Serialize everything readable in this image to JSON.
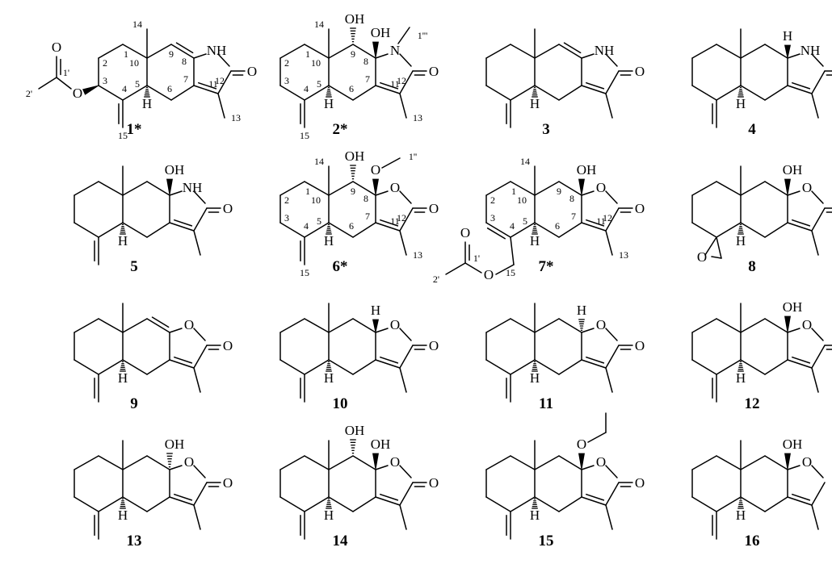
{
  "figure": {
    "compounds": [
      {
        "label": "1*",
        "type": "lactam",
        "c9": "",
        "c8": "",
        "c8sub": "",
        "n": "NH",
        "c9sub": "",
        "c3": "oac",
        "c15": "methylene",
        "numbers": true,
        "c15oac": false
      },
      {
        "label": "2*",
        "type": "lactam",
        "c9": "ohs",
        "c8": "ohb",
        "c8sub": "",
        "n": "NMe",
        "c9sub": "",
        "c3": "",
        "c15": "methylene",
        "numbers": true,
        "c15oac": false
      },
      {
        "label": "3",
        "type": "lactam",
        "c9": "",
        "c8": "",
        "c8sub": "",
        "n": "NH",
        "c9sub": "",
        "c3": "",
        "c15": "methylene",
        "numbers": false,
        "c15oac": false
      },
      {
        "label": "4",
        "type": "lactam",
        "c9": "",
        "c8": "",
        "c8sub": "",
        "n": "NH",
        "c9sub": "",
        "c3": "",
        "c15": "methylene",
        "numbers": false,
        "c15oac": false,
        "h8": true
      },
      {
        "label": "5",
        "type": "lactam",
        "c9": "",
        "c8": "oh",
        "c8sub": "",
        "n": "NH",
        "c9sub": "",
        "c3": "",
        "c15": "methylene",
        "numbers": false,
        "c15oac": false
      },
      {
        "label": "6*",
        "type": "lactone",
        "c9": "ohs",
        "c8": "ome",
        "c8sub": "",
        "n": "",
        "c9sub": "",
        "c3": "",
        "c15": "methylene",
        "numbers": true,
        "c15oac": false
      },
      {
        "label": "7*",
        "type": "lactone",
        "c9": "",
        "c8": "oh",
        "c8sub": "",
        "n": "",
        "c9sub": "",
        "c3": "ene",
        "c15": "ch2oac",
        "numbers": true,
        "c15oac": true
      },
      {
        "label": "8",
        "type": "lactone",
        "c9": "",
        "c8": "oh",
        "c8sub": "",
        "n": "",
        "c9sub": "",
        "c3": "",
        "c15": "epoxide",
        "numbers": false,
        "c15oac": false
      },
      {
        "label": "9",
        "type": "lactone",
        "c9": "",
        "c8": "",
        "c8sub": "",
        "n": "",
        "c9sub": "",
        "c3": "",
        "c15": "methylene",
        "numbers": false,
        "c15oac": false
      },
      {
        "label": "10",
        "type": "lactone",
        "c9": "",
        "c8": "hb",
        "c8sub": "",
        "n": "",
        "c9sub": "",
        "c3": "",
        "c15": "methylene",
        "numbers": false,
        "c15oac": false
      },
      {
        "label": "11",
        "type": "lactone",
        "c9": "",
        "c8": "hh",
        "c8sub": "",
        "n": "",
        "c9sub": "",
        "c3": "",
        "c15": "methylene",
        "numbers": false,
        "c15oac": false
      },
      {
        "label": "12",
        "type": "lactone",
        "c9": "",
        "c8": "oh",
        "c8sub": "",
        "n": "",
        "c9sub": "",
        "c3": "",
        "c15": "methylene",
        "numbers": false,
        "c15oac": false
      },
      {
        "label": "13",
        "type": "lactone",
        "c9": "",
        "c8": "ohh",
        "c8sub": "",
        "n": "",
        "c9sub": "",
        "c3": "",
        "c15": "methylene",
        "numbers": false,
        "c15oac": false
      },
      {
        "label": "14",
        "type": "lactone",
        "c9": "ohs",
        "c8": "oh",
        "c8sub": "",
        "n": "",
        "c9sub": "",
        "c3": "",
        "c15": "methylene",
        "numbers": false,
        "c15oac": false
      },
      {
        "label": "15",
        "type": "lactone",
        "c9": "",
        "c8": "oet",
        "c8sub": "",
        "n": "",
        "c9sub": "",
        "c3": "",
        "c15": "methylene",
        "numbers": false,
        "c15oac": false
      },
      {
        "label": "16",
        "type": "furan",
        "c9": "",
        "c8": "oh",
        "c8sub": "",
        "n": "",
        "c9sub": "",
        "c3": "",
        "c15": "methylene",
        "numbers": false,
        "c15oac": false
      }
    ],
    "atoms": {
      "oh": "OH",
      "o": "O",
      "nh": "NH",
      "n": "N",
      "h": "H",
      "hdot": "H̄"
    },
    "numbering": {
      "n14": "14",
      "n9": "9",
      "n8": "8",
      "n12": "12",
      "n1": "1",
      "n10": "10",
      "n2": "2",
      "n3": "3",
      "n4": "4",
      "n5": "5",
      "n6": "6",
      "n7": "7",
      "n11": "11",
      "n13": "13",
      "n15": "15",
      "n1p": "1'",
      "n2p": "2'",
      "n1pp": "1''",
      "n1ppp": "1'''"
    }
  }
}
